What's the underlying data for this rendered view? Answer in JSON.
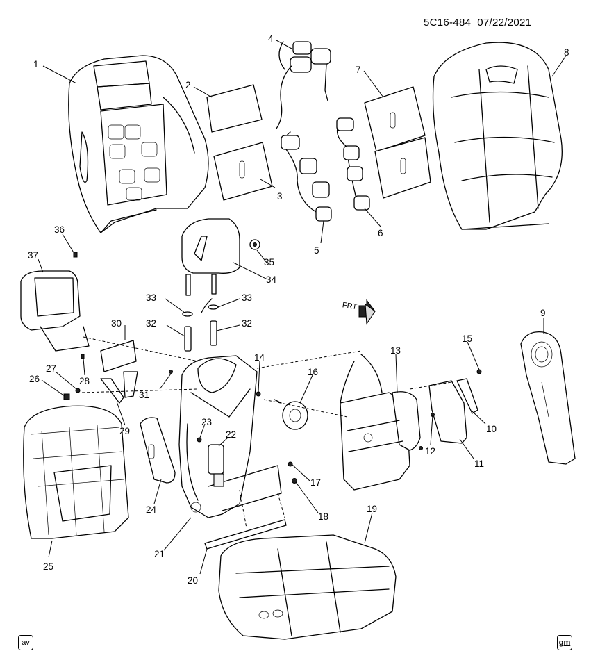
{
  "diagram": {
    "reference": "5C16-484",
    "date": "07/22/2021",
    "front_label": "FRT",
    "callouts": [
      "1",
      "2",
      "3",
      "4",
      "5",
      "6",
      "7",
      "8",
      "9",
      "10",
      "11",
      "12",
      "13",
      "14",
      "15",
      "16",
      "17",
      "18",
      "19",
      "20",
      "21",
      "22",
      "23",
      "24",
      "25",
      "26",
      "27",
      "28",
      "29",
      "30",
      "31",
      "32",
      "32",
      "33",
      "33",
      "34",
      "35",
      "36",
      "37"
    ],
    "badge_left": "av",
    "badge_right": "gm"
  }
}
